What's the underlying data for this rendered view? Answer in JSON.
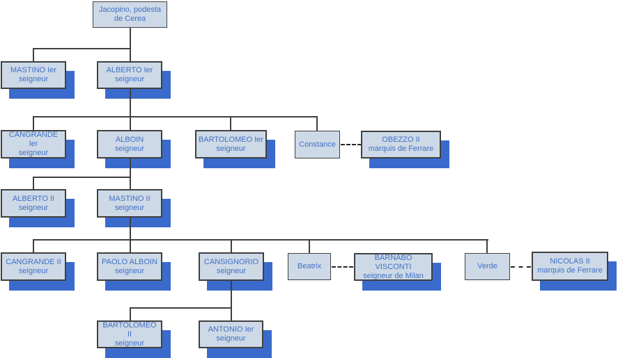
{
  "diagram_type": "family-tree",
  "colors": {
    "box_fill": "#cdd9e7",
    "box_border": "#404040",
    "box_shadow": "#3a6bcc",
    "text": "#4170c4",
    "connector": "#3f3f3f",
    "marriage_connector_style": "dashed"
  },
  "nodes": {
    "jacopino": {
      "name": "Jacopino, podesta de Cerea",
      "title": ""
    },
    "mastino1": {
      "name": "MASTINO Ier",
      "title": "seigneur"
    },
    "alberto1": {
      "name": "ALBERTO Ier",
      "title": "seigneur"
    },
    "cangrande1": {
      "name": "CANGRANDE Ier",
      "title": "seigneur"
    },
    "alboin": {
      "name": "ALBOIN",
      "title": "seigneur"
    },
    "bartolomeo1": {
      "name": "BARTOLOMEO Ier",
      "title": "seigneur"
    },
    "constance": {
      "name": "Constance",
      "title": ""
    },
    "obezzo2": {
      "name": "OBEZZO II",
      "title": "marquis de Ferrare"
    },
    "alberto2": {
      "name": "ALBERTO II",
      "title": "seigneur"
    },
    "mastino2": {
      "name": "MASTINO II",
      "title": "seigneur"
    },
    "cangrande2": {
      "name": "CANGRANDE II",
      "title": "seigneur"
    },
    "paolo_alboin": {
      "name": "PAOLO ALBOIN",
      "title": "seigneur"
    },
    "cansignorio": {
      "name": "CANSIGNORIO",
      "title": "seigneur"
    },
    "beatrix": {
      "name": "Beatrix",
      "title": ""
    },
    "barnabo": {
      "name": "BARNABO VISCONTI",
      "title": "seigneur de Milan"
    },
    "verde": {
      "name": "Verde",
      "title": ""
    },
    "nicolas2": {
      "name": "NICOLAS II",
      "title": "marquis de Ferrare"
    },
    "bartolomeo2": {
      "name": "BARTOLOMEO II",
      "title": "seigneur"
    },
    "antonio": {
      "name": "ANTONIO Ier",
      "title": "seigneur"
    }
  },
  "edges": {
    "solid": [
      {
        "from": "jacopino",
        "to": [
          "mastino1",
          "alberto1"
        ]
      },
      {
        "from": "alberto1",
        "to": [
          "cangrande1",
          "alboin",
          "bartolomeo1",
          "constance"
        ]
      },
      {
        "from": "alboin",
        "to": [
          "alberto2",
          "mastino2"
        ]
      },
      {
        "from": "mastino2",
        "to": [
          "cangrande2",
          "paolo_alboin",
          "cansignorio",
          "beatrix",
          "verde"
        ]
      },
      {
        "from": "cansignorio",
        "to": [
          "bartolomeo2",
          "antonio"
        ]
      }
    ],
    "dashed": [
      [
        "constance",
        "obezzo2"
      ],
      [
        "beatrix",
        "barnabo"
      ],
      [
        "verde",
        "nicolas2"
      ]
    ]
  }
}
